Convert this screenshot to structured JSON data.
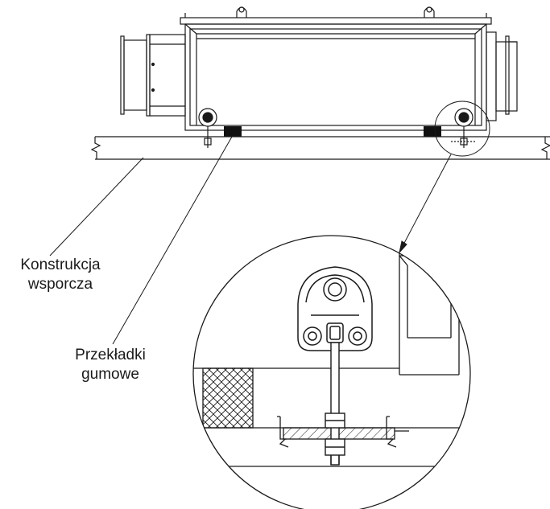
{
  "labels": {
    "support_structure": {
      "line1": "Konstrukcja",
      "line2": "wsporcza"
    },
    "rubber_pads": {
      "line1": "Przekładki",
      "line2": "gumowe"
    }
  },
  "colors": {
    "line": "#1a1a1a",
    "background": "#ffffff",
    "pad_fill": "#111111"
  }
}
